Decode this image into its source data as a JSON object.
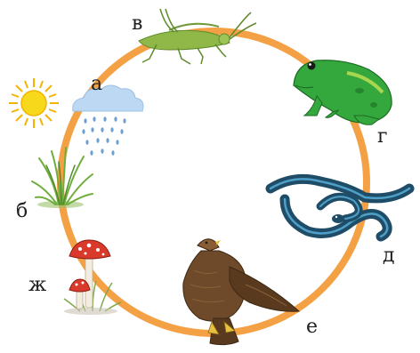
{
  "labels": {
    "a": "а",
    "b": "б",
    "v": "в",
    "g": "г",
    "d": "д",
    "e": "е",
    "zh": "ж"
  },
  "colors": {
    "ring": "#f4a146",
    "sun": "#f7d81a",
    "sun_rays": "#f2b400",
    "cloud": "#bcd8f2",
    "rain": "#6c9fd3",
    "grass": "#6fae3c",
    "grasshopper": "#8fb848",
    "frog": "#34a83c",
    "snake": "#1f4d68",
    "eagle": "#6e4a2a",
    "mushroom_cap": "#d93a2b"
  }
}
